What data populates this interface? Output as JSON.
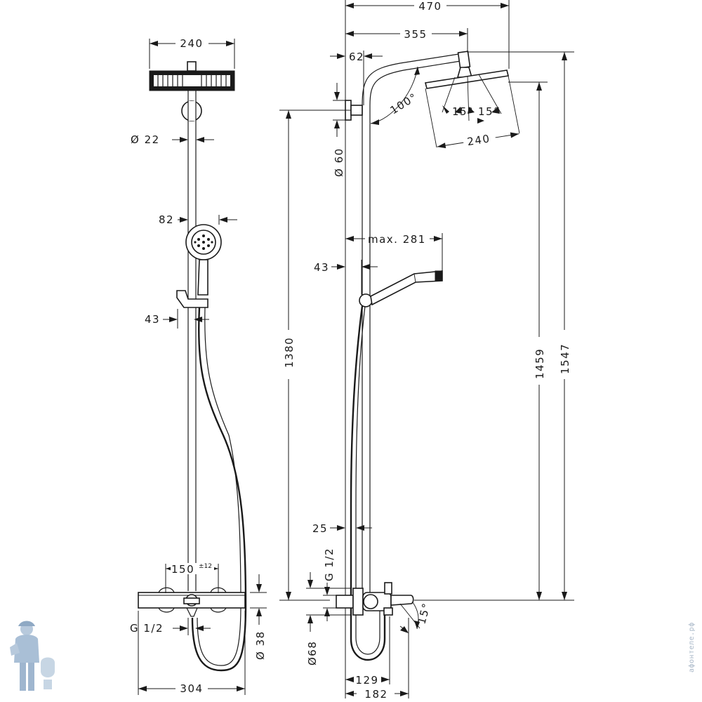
{
  "front_view": {
    "head_width": "240",
    "pipe_diameter": "Ø 22",
    "hand_shower_width": "82",
    "hand_shower_offset": "43",
    "inlet_spacing": "150",
    "inlet_spacing_tolerance": "±12",
    "inlet_thread": "G 1/2",
    "mixer_height": "Ø 38",
    "overall_width": "304"
  },
  "side_view": {
    "arm_reach_total": "470",
    "arm_reach_to_head": "355",
    "wall_bracket_offset": "62",
    "head_tilt_angle": "100°",
    "spray_angle_left": "15°",
    "spray_angle_right": "15°",
    "head_diameter": "240",
    "bracket_diameter": "Ø 60",
    "hand_shower_reach": "max. 281",
    "pipe_offset": "43",
    "bracket_height": "1380",
    "head_height": "1459",
    "overall_height": "1547",
    "wall_to_pipe": "25",
    "inlet_thread": "G 1/2",
    "escutcheon_diameter": "Ø68",
    "spout_angle": "15°",
    "spout_reach_short": "129",
    "spout_reach_long": "182"
  },
  "watermark": {
    "site": "афонтеле.рф"
  }
}
